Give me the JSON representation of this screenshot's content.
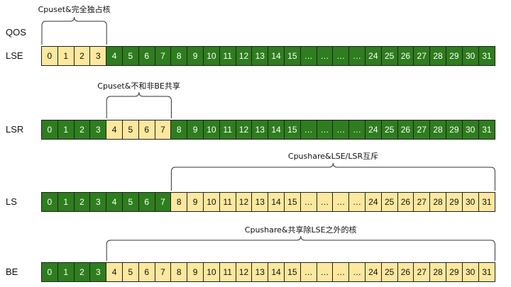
{
  "header_label": "QOS",
  "cells": [
    "0",
    "1",
    "2",
    "3",
    "4",
    "5",
    "6",
    "7",
    "8",
    "9",
    "10",
    "11",
    "12",
    "13",
    "14",
    "15",
    "…",
    "…",
    "…",
    "…",
    "24",
    "25",
    "26",
    "27",
    "28",
    "29",
    "30",
    "31"
  ],
  "colors": {
    "green": "#2e7d1e",
    "yellow": "#fce89e"
  },
  "rows": [
    {
      "label": "LSE",
      "annotation": "Cpuset&完全独占核",
      "yellow_range": [
        0,
        3
      ]
    },
    {
      "label": "LSR",
      "annotation": "Cpuset&不和非BE共享",
      "yellow_range": [
        4,
        7
      ]
    },
    {
      "label": "LS",
      "annotation": "Cpushare&LSE/LSR互斥",
      "yellow_range": [
        8,
        27
      ]
    },
    {
      "label": "BE",
      "annotation": "Cpushare&共享除LSE之外的核",
      "yellow_range": [
        4,
        27
      ]
    }
  ]
}
